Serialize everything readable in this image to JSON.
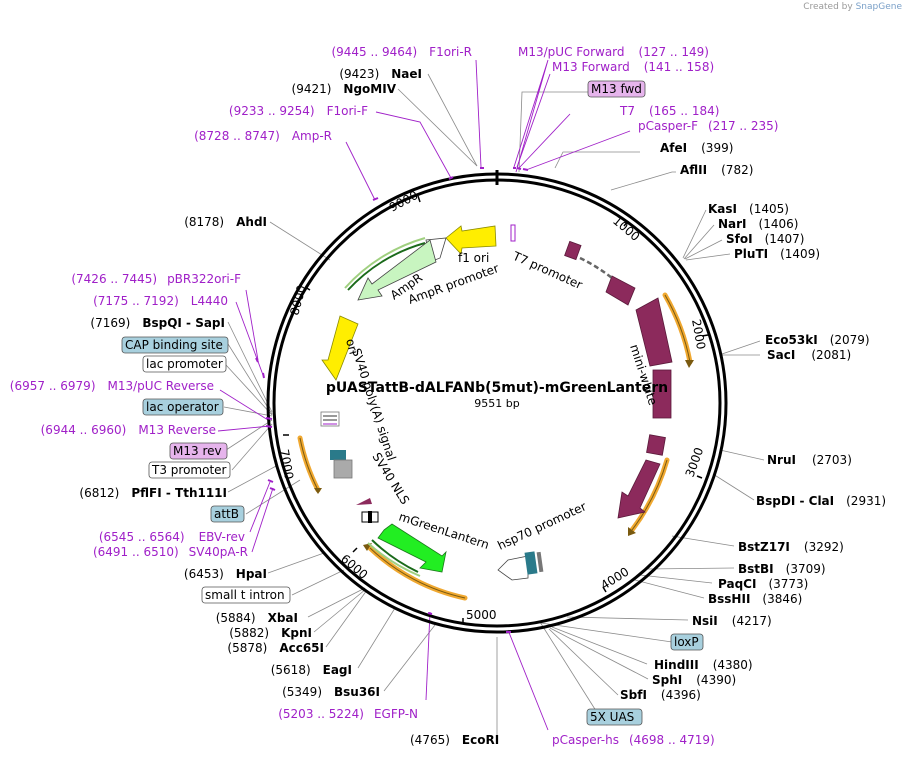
{
  "credit": {
    "prefix": "Created by",
    "brand": "SnapGene"
  },
  "plasmid": {
    "name": "pUASTattB-dALFANb(5mut)-mGreenLantern",
    "length_label": "9551 bp",
    "length": 9551
  },
  "ticks": [
    "1000",
    "2000",
    "3000",
    "4000",
    "5000",
    "6000",
    "7000",
    "8000",
    "9000"
  ],
  "enzymes_right": [
    {
      "name": "AfeI",
      "pos": "(399)"
    },
    {
      "name": "AflII",
      "pos": "(782)"
    },
    {
      "name": "KasI",
      "pos": "(1405)"
    },
    {
      "name": "NarI",
      "pos": "(1406)"
    },
    {
      "name": "SfoI",
      "pos": "(1407)"
    },
    {
      "name": "PluTI",
      "pos": "(1409)"
    },
    {
      "name": "Eco53kI",
      "pos": "(2079)"
    },
    {
      "name": "SacI",
      "pos": "(2081)"
    },
    {
      "name": "NruI",
      "pos": "(2703)"
    },
    {
      "name": "BspDI - ClaI",
      "pos": "(2931)"
    },
    {
      "name": "BstZ17I",
      "pos": "(3292)"
    },
    {
      "name": "BstBI",
      "pos": "(3709)"
    },
    {
      "name": "PaqCI",
      "pos": "(3773)"
    },
    {
      "name": "BssHII",
      "pos": "(3846)"
    },
    {
      "name": "NsiI",
      "pos": "(4217)"
    },
    {
      "name": "HindIII",
      "pos": "(4380)"
    },
    {
      "name": "SphI",
      "pos": "(4390)"
    },
    {
      "name": "SbfI",
      "pos": "(4396)"
    },
    {
      "name": "EcoRI",
      "pos": "(4765)"
    }
  ],
  "enzymes_left": [
    {
      "name": "NaeI",
      "pos": "(9423)"
    },
    {
      "name": "NgoMIV",
      "pos": "(9421)"
    },
    {
      "name": "AhdI",
      "pos": "(8178)"
    },
    {
      "name": "BspQI - SapI",
      "pos": "(7169)"
    },
    {
      "name": "PflFI - Tth111I",
      "pos": "(6812)"
    },
    {
      "name": "HpaI",
      "pos": "(6453)"
    },
    {
      "name": "XbaI",
      "pos": "(5884)"
    },
    {
      "name": "KpnI",
      "pos": "(5882)"
    },
    {
      "name": "Acc65I",
      "pos": "(5878)"
    },
    {
      "name": "EagI",
      "pos": "(5618)"
    },
    {
      "name": "Bsu36I",
      "pos": "(5349)"
    }
  ],
  "primers": [
    {
      "name": "F1ori-R",
      "range": "(9445 .. 9464)"
    },
    {
      "name": "F1ori-F",
      "range": "(9233 .. 9254)"
    },
    {
      "name": "Amp-R",
      "range": "(8728 .. 8747)"
    },
    {
      "name": "M13/pUC Forward",
      "range": "(127 .. 149)"
    },
    {
      "name": "M13 Forward",
      "range": "(141 .. 158)"
    },
    {
      "name": "T7",
      "range": "(165 .. 184)"
    },
    {
      "name": "pCasper-F",
      "range": "(217 .. 235)"
    },
    {
      "name": "pBR322ori-F",
      "range": "(7426 .. 7445)"
    },
    {
      "name": "L4440",
      "range": "(7175 .. 7192)"
    },
    {
      "name": "M13/pUC Reverse",
      "range": "(6957 .. 6979)"
    },
    {
      "name": "M13 Reverse",
      "range": "(6944 .. 6960)"
    },
    {
      "name": "EBV-rev",
      "range": "(6545 .. 6564)"
    },
    {
      "name": "SV40pA-R",
      "range": "(6491 .. 6510)"
    },
    {
      "name": "EGFP-N",
      "range": "(5203 .. 5224)"
    },
    {
      "name": "pCasper-hs",
      "range": "(4698 .. 4719)"
    }
  ],
  "boxed": {
    "m13_fwd": "M13 fwd",
    "cap": "CAP binding site",
    "lac_promoter": "lac promoter",
    "lac_operator": "lac operator",
    "m13_rev": "M13 rev",
    "t3": "T3 promoter",
    "attb": "attB",
    "small_t": "small t intron",
    "loxp": "loxP",
    "uas": "5X UAS"
  },
  "features": {
    "f1ori": "f1 ori",
    "ampr": "AmpR",
    "ampr_promoter": "AmpR promoter",
    "t7_promoter": "T7 promoter",
    "ori": "ori",
    "sv40_polya": "SV40 poly(A) signal",
    "sv40_nls": "SV40 NLS",
    "mini_white": "mini-white",
    "mgreenlantern": "mGreenLantern",
    "hsp70": "hsp70 promoter"
  },
  "colors": {
    "primer": "#a020c8",
    "mini_white": "#8c2a5c",
    "f1ori": "#ffee00",
    "ori": "#ffee00",
    "ampr": "#c8f5c0",
    "mgl": "#22ee22",
    "boxblue": "#a8d0de",
    "boxpurple": "#e6b4ec",
    "orange": "#f0a830"
  }
}
